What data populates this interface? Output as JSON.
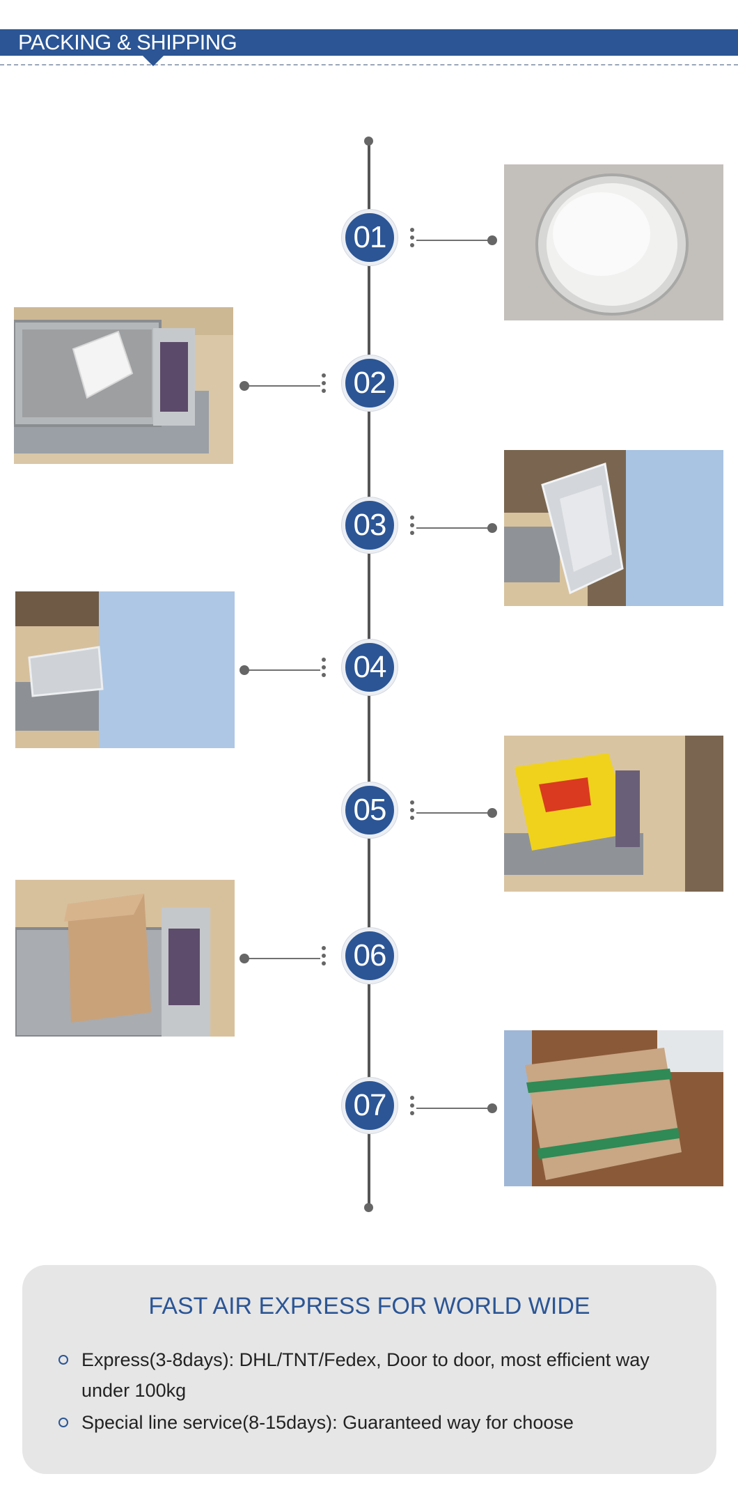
{
  "header": {
    "title": "PACKING & SHIPPING"
  },
  "colors": {
    "brand_blue": "#2b5595",
    "card_gray": "#e6e6e6",
    "line_gray": "#555555"
  },
  "timeline": {
    "steps": [
      {
        "number": "01",
        "photo_side": "right",
        "photo": "white powder in glass dish"
      },
      {
        "number": "02",
        "photo_side": "left",
        "photo": "powder bag on weighing scale"
      },
      {
        "number": "03",
        "photo_side": "right",
        "photo": "worker holding foil bag"
      },
      {
        "number": "04",
        "photo_side": "left",
        "photo": "worker sealing foil bag on scale"
      },
      {
        "number": "05",
        "photo_side": "right",
        "photo": "yellow express bag on scale"
      },
      {
        "number": "06",
        "photo_side": "left",
        "photo": "carton box on scale"
      },
      {
        "number": "07",
        "photo_side": "right",
        "photo": "strapped carton box"
      }
    ]
  },
  "info": {
    "title": "FAST AIR EXPRESS FOR WORLD WIDE",
    "bullets": [
      "Express(3-8days): DHL/TNT/Fedex, Door to door, most efficient way under 100kg",
      "Special line service(8-15days): Guaranteed way for choose"
    ]
  }
}
